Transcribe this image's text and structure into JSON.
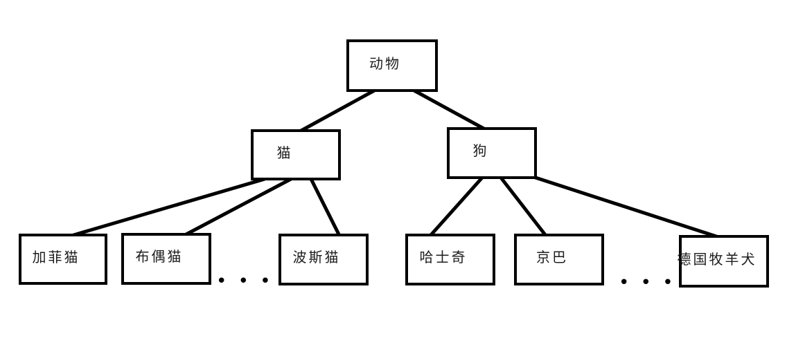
{
  "diagram": {
    "type": "tree",
    "root": {
      "label": "动物"
    },
    "branches": [
      {
        "label": "猫",
        "children": [
          "加菲猫",
          "布偶猫",
          "波斯猫"
        ],
        "ellipsis": "• • •"
      },
      {
        "label": "狗",
        "children": [
          "哈士奇",
          "京巴",
          "德国牧羊犬"
        ],
        "ellipsis": "• • •"
      }
    ],
    "colors": {
      "background": "#ffffff",
      "box_fill": "#ffffff",
      "box_border": "#000000",
      "line": "#000000",
      "text": "#1c1c1c"
    }
  }
}
